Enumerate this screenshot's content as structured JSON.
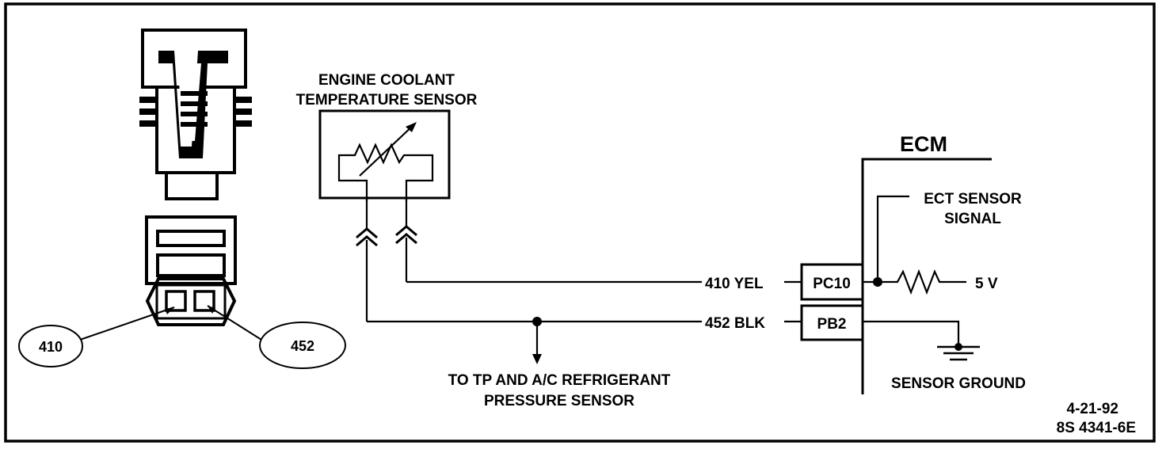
{
  "sensor": {
    "title_line1": "ENGINE COOLANT",
    "title_line2": "TEMPERATURE SENSOR"
  },
  "ecm": {
    "label": "ECM",
    "signal_line1": "ECT SENSOR",
    "signal_line2": "SIGNAL",
    "pins": {
      "pc10": "PC10",
      "pb2": "PB2"
    },
    "supply": "5 V",
    "ground": "SENSOR GROUND"
  },
  "wires": {
    "signal": "410 YEL",
    "ground": "452 BLK"
  },
  "branch": {
    "line1": "TO TP AND A/C REFRIGERANT",
    "line2": "PRESSURE SENSOR"
  },
  "connector": {
    "callout_left": "410",
    "callout_right": "452"
  },
  "footer": {
    "date": "4-21-92",
    "code": "8S 4341-6E"
  }
}
